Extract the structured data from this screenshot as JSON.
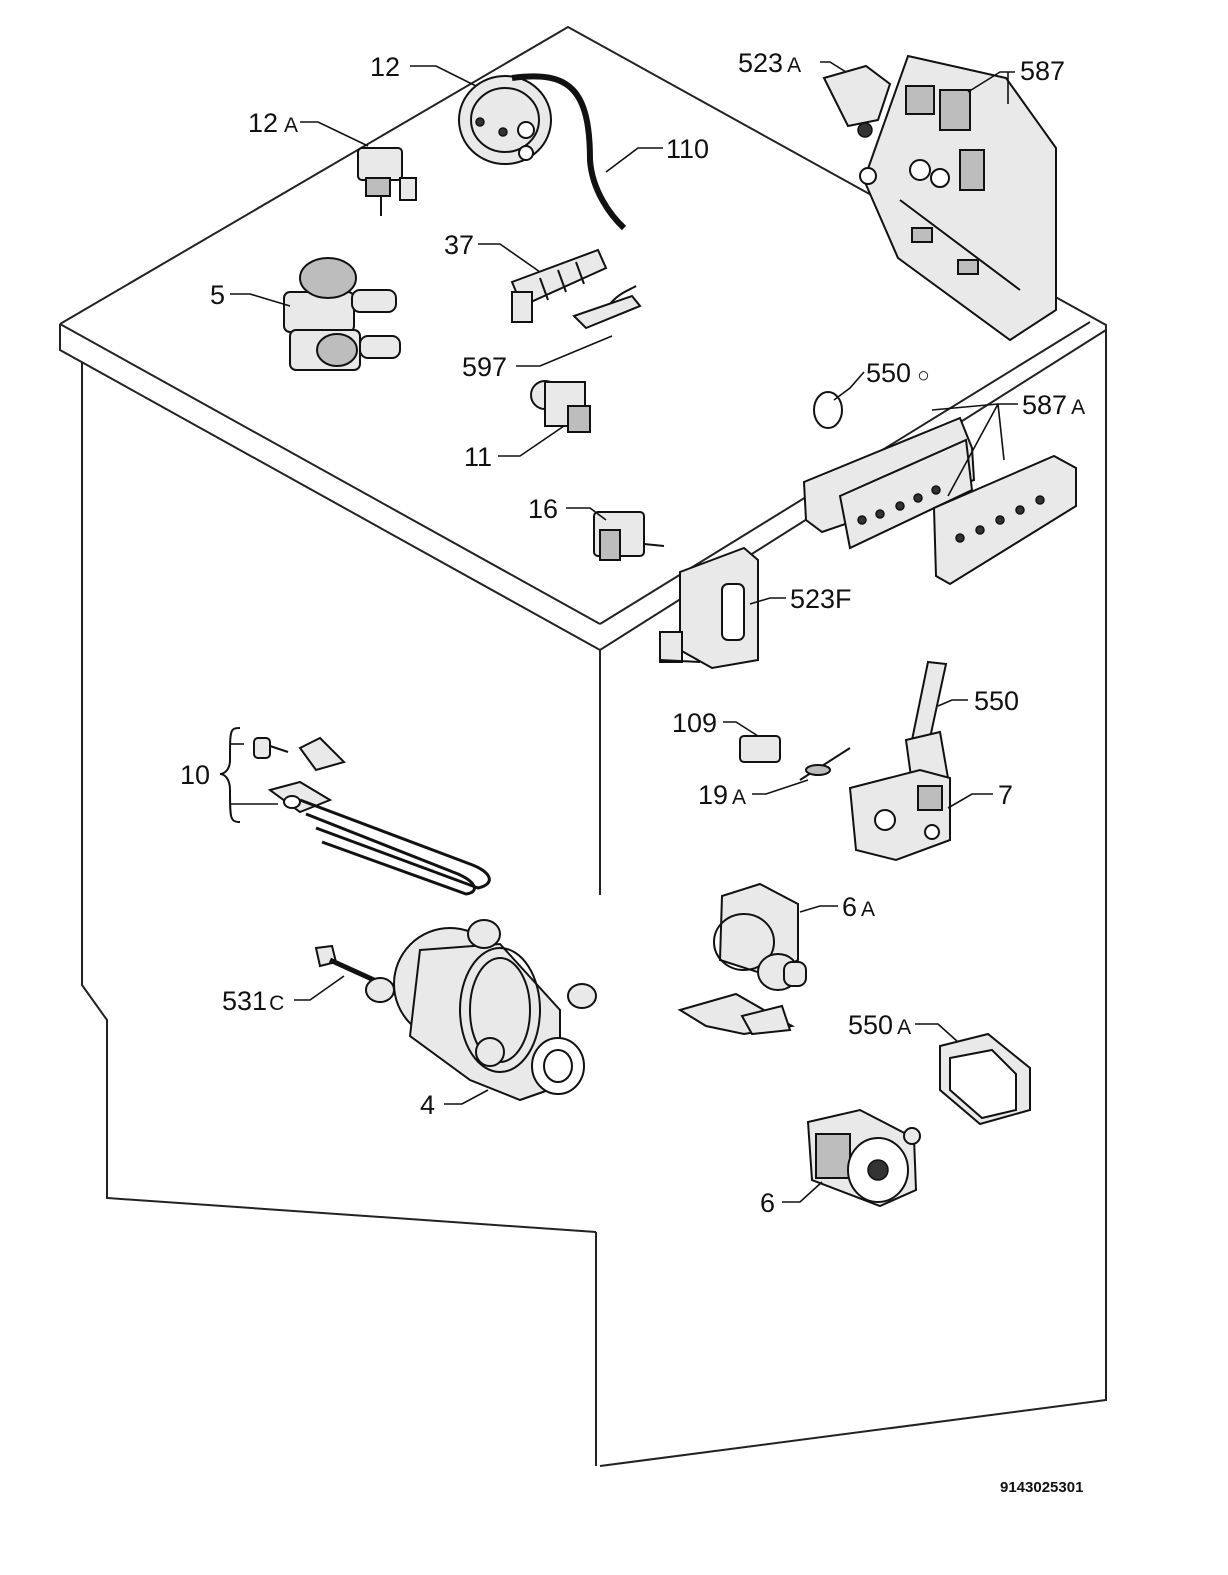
{
  "diagram": {
    "reference_number": "9143025301",
    "parts": [
      {
        "id": "p12",
        "label": "12"
      },
      {
        "id": "p12a",
        "label": "12",
        "suffix": "A"
      },
      {
        "id": "p110",
        "label": "110"
      },
      {
        "id": "p5",
        "label": "5"
      },
      {
        "id": "p37",
        "label": "37"
      },
      {
        "id": "p597",
        "label": "597"
      },
      {
        "id": "p11",
        "label": "11"
      },
      {
        "id": "p16",
        "label": "16"
      },
      {
        "id": "p523a",
        "label": "523",
        "suffix": "A"
      },
      {
        "id": "p587",
        "label": "587"
      },
      {
        "id": "p550o",
        "label": "550",
        "suffix": "○"
      },
      {
        "id": "p587a",
        "label": "587",
        "suffix": "A"
      },
      {
        "id": "p523f",
        "label": "523F"
      },
      {
        "id": "p109",
        "label": "109"
      },
      {
        "id": "p19a",
        "label": "19",
        "suffix": "A"
      },
      {
        "id": "p550",
        "label": "550"
      },
      {
        "id": "p7",
        "label": "7"
      },
      {
        "id": "p10",
        "label": "10"
      },
      {
        "id": "p6a",
        "label": "6",
        "suffix": "A"
      },
      {
        "id": "p531c",
        "label": "531",
        "suffix": "C"
      },
      {
        "id": "p550a",
        "label": "550",
        "suffix": "A"
      },
      {
        "id": "p4",
        "label": "4"
      },
      {
        "id": "p6",
        "label": "6"
      }
    ]
  }
}
